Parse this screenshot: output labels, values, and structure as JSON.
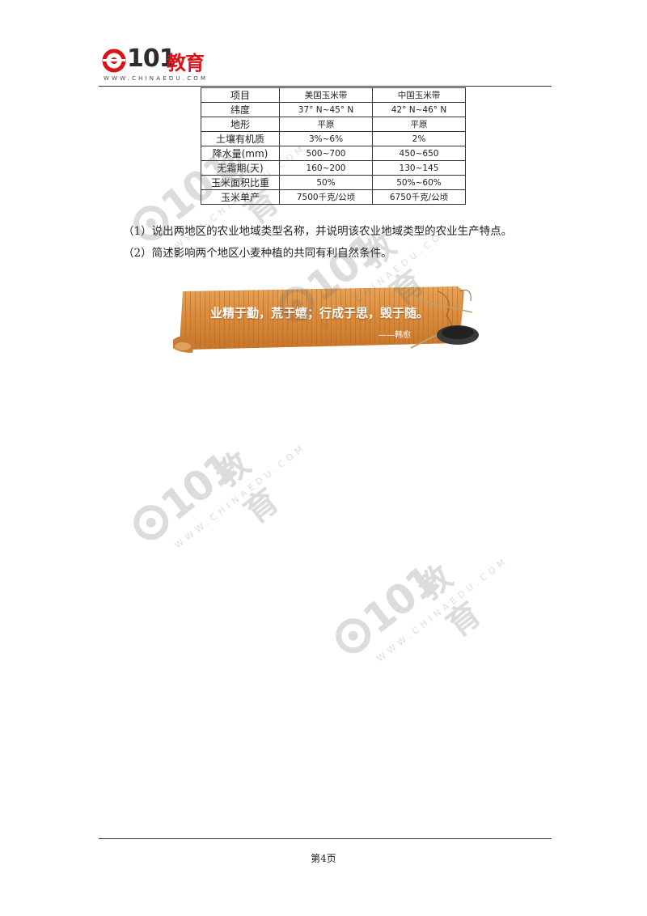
{
  "header": {
    "logo_number": "101",
    "logo_cn": "教育",
    "logo_url": "WWW.CHINAEDU.COM"
  },
  "table": {
    "rows": [
      [
        "项目",
        "美国玉米带",
        "中国玉米带"
      ],
      [
        "纬度",
        "37° N~45° N",
        "42° N~46° N"
      ],
      [
        "地形",
        "平原",
        "平原"
      ],
      [
        "土壤有机质",
        "3%~6%",
        "2%"
      ],
      [
        "降水量(mm)",
        "500~700",
        "450~650"
      ],
      [
        "无霜期(天)",
        "160~200",
        "130~145"
      ],
      [
        "玉米面积比重",
        "50%",
        "50%~60%"
      ],
      [
        "玉米单产",
        "7500千克/公顷",
        "6750千克/公顷"
      ]
    ]
  },
  "questions": {
    "q1": "（1）说出两地区的农业地域类型名称，并说明该农业地域类型的农业生产特点。",
    "q2": "（2）简述影响两个地区小麦种植的共同有利自然条件。"
  },
  "banner": {
    "motto": "业精于勤，荒于嬉；行成于思，毁于随。",
    "author": "——韩愈"
  },
  "footer": {
    "page_number": "第4页"
  },
  "colors": {
    "brand_red": "#d7141a",
    "scroll_orange": "#d98a3c"
  }
}
